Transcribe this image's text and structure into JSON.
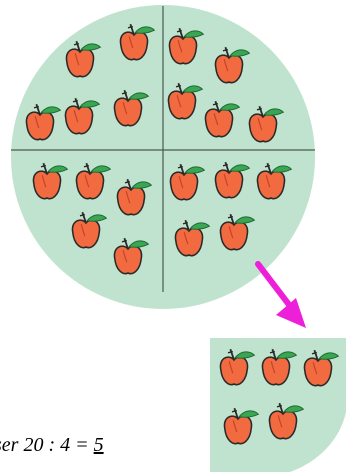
{
  "caption": {
    "text": "ser 20 : 4 = ",
    "answer": "5"
  },
  "colors": {
    "plate_fill": "#bfe3cf",
    "divider": "#4a5a52",
    "apple_fill": "#f26a3f",
    "apple_outline": "#2a2a2a",
    "leaf": "#3aa653",
    "arrow": "#ee1fd8"
  },
  "icons": {
    "fruit": "apple-icon",
    "arrow": "arrow-down-right-icon"
  },
  "figure": {
    "total_apples": 20,
    "parts": 4,
    "apples_per_part": 5
  }
}
